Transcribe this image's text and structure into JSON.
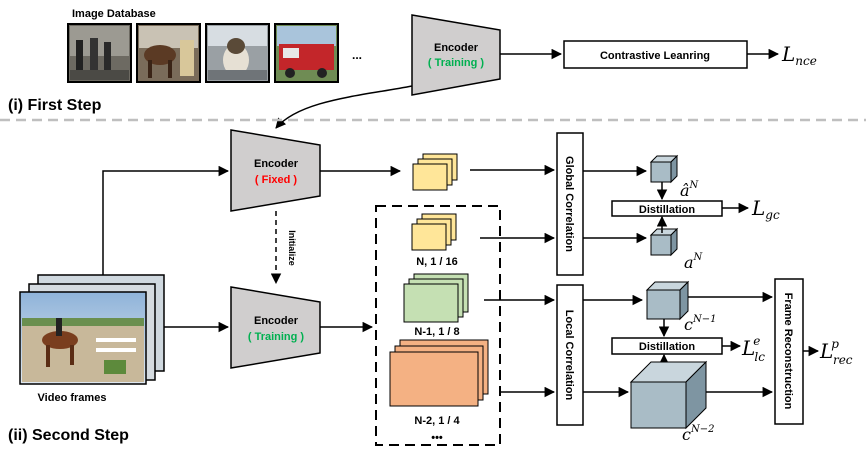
{
  "first_step": {
    "db_label": "Image Database",
    "dots": "...",
    "encoder": {
      "title": "Encoder",
      "status": "( Training )"
    },
    "contrastive_label": "Contrastive Leanring",
    "loss_nce": {
      "base": "L",
      "sub": "nce"
    },
    "step_label": "(i) First Step"
  },
  "second_step": {
    "encoder_fixed": {
      "title": "Encoder",
      "status": "( Fixed )"
    },
    "encoder_training": {
      "title": "Encoder",
      "status": "( Training )"
    },
    "initialize_label": "Initialize",
    "video_label": "Video frames",
    "features": [
      {
        "label": "N, 1 / 16"
      },
      {
        "label": "N-1, 1 / 8"
      },
      {
        "label": "N-2, 1 / 4"
      }
    ],
    "feature_dots": "•••",
    "global_correlation": "Global Correlation",
    "local_correlation": "Local Correlation",
    "distillation_top": "Distillation",
    "distillation_bottom": "Distillation",
    "frame_reconstruction": "Frame Reconstruction",
    "a_hat": {
      "base": "â",
      "sup": "N"
    },
    "a": {
      "base": "a",
      "sup": "N"
    },
    "c_n1": {
      "base": "c",
      "sup": "N−1"
    },
    "c_n2": {
      "base": "c",
      "sup": "N−2"
    },
    "loss_gc": {
      "base": "L",
      "sub": "gc"
    },
    "loss_lc": {
      "base": "L",
      "sub": "lc",
      "sup": "e"
    },
    "loss_rec": {
      "base": "L",
      "sub": "rec",
      "sup": "p"
    },
    "step_label": "(ii) Second Step"
  },
  "colors": {
    "encoder_fill": "#d0cece",
    "feature_yellow": "#ffe699",
    "feature_green": "#c5e0b3",
    "feature_salmon": "#f4b183",
    "cube_fill": "#a9bcc6",
    "training_green": "#00b050",
    "fixed_red": "#ff0000",
    "dash_gray": "#bfbfbf"
  },
  "icons": [
    "thumbnail-image",
    "video-frame-image",
    "cube-shape",
    "feature-map-stack"
  ]
}
